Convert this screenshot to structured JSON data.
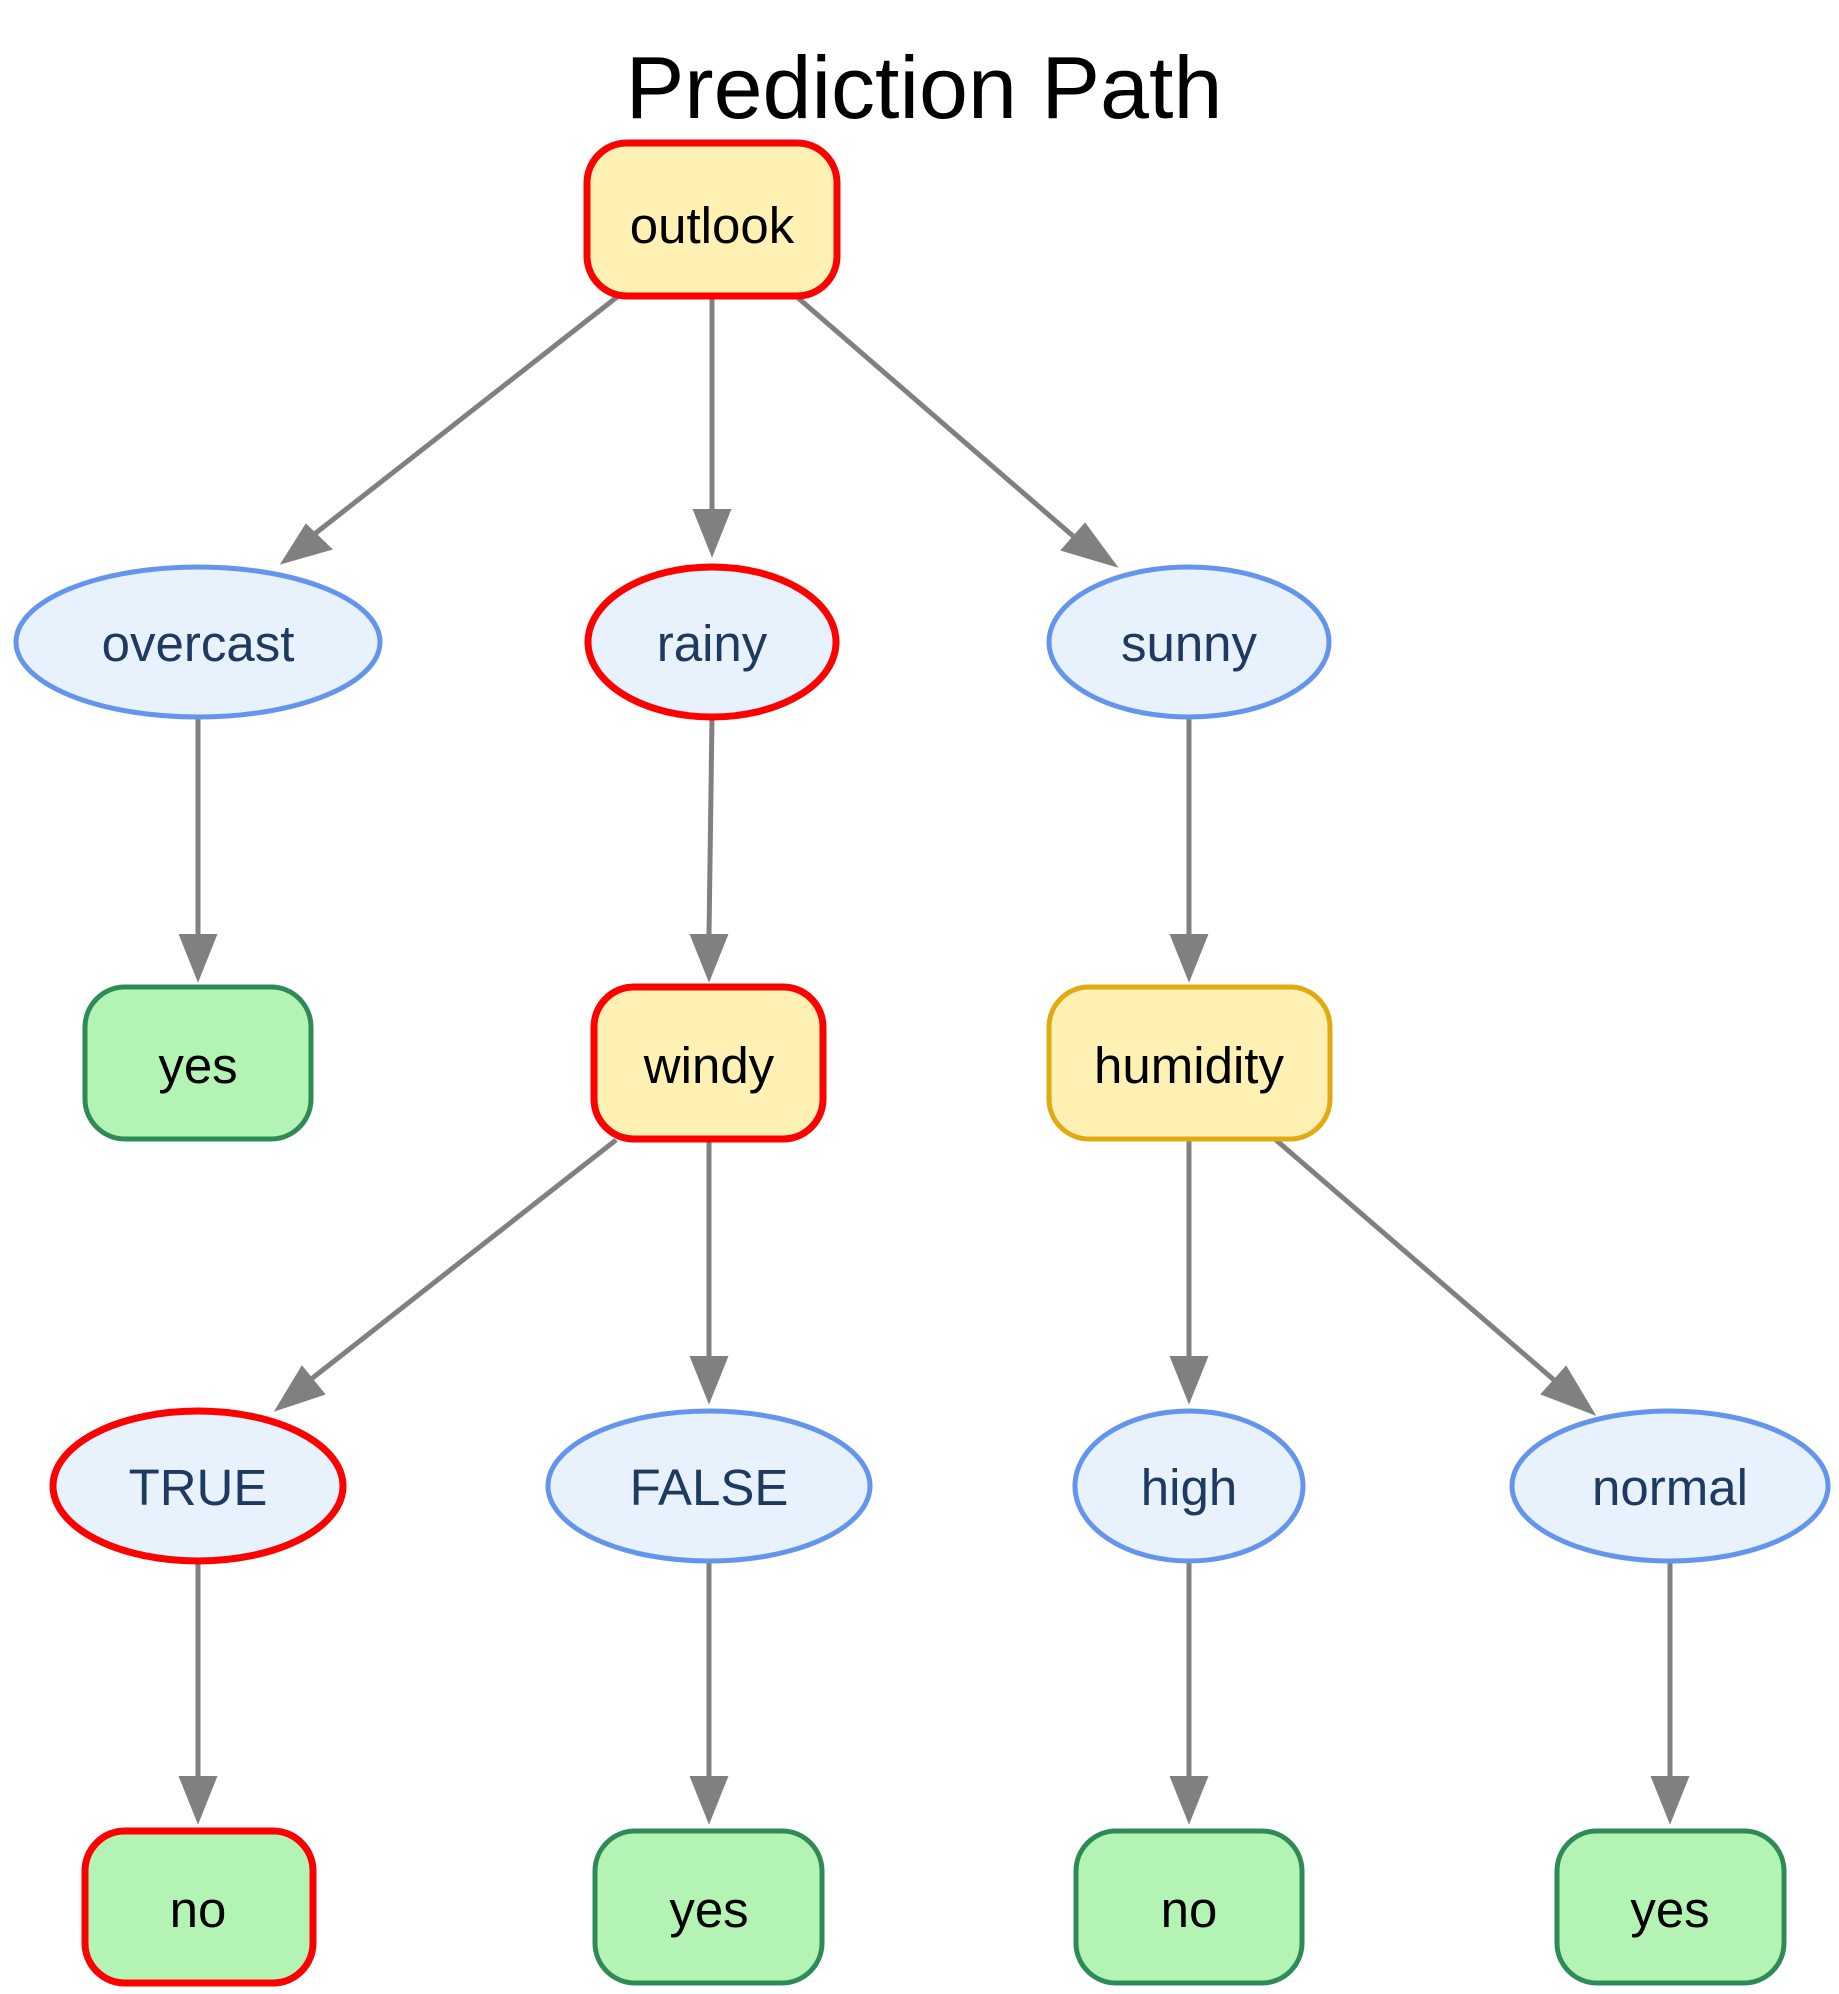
{
  "title": "Prediction Path",
  "colors": {
    "decision_fill": "#FFF1B3",
    "decision_stroke": "#E0AA10",
    "value_fill": "#E8F2FD",
    "value_stroke": "#6495ED",
    "value_text": "#1F3A60",
    "leaf_fill": "#B3F3B3",
    "leaf_stroke": "#2E8B57",
    "path_stroke": "#FF0000",
    "edge": "#808080"
  },
  "nodes": {
    "outlook": "outlook",
    "overcast": "overcast",
    "rainy": "rainy",
    "sunny": "sunny",
    "yes_overcast": "yes",
    "windy": "windy",
    "humidity": "humidity",
    "true": "TRUE",
    "false": "FALSE",
    "high": "high",
    "normal": "normal",
    "no_true": "no",
    "yes_false": "yes",
    "no_high": "no",
    "yes_normal": "yes"
  },
  "prediction_path": [
    "outlook",
    "rainy",
    "windy",
    "TRUE",
    "no"
  ]
}
